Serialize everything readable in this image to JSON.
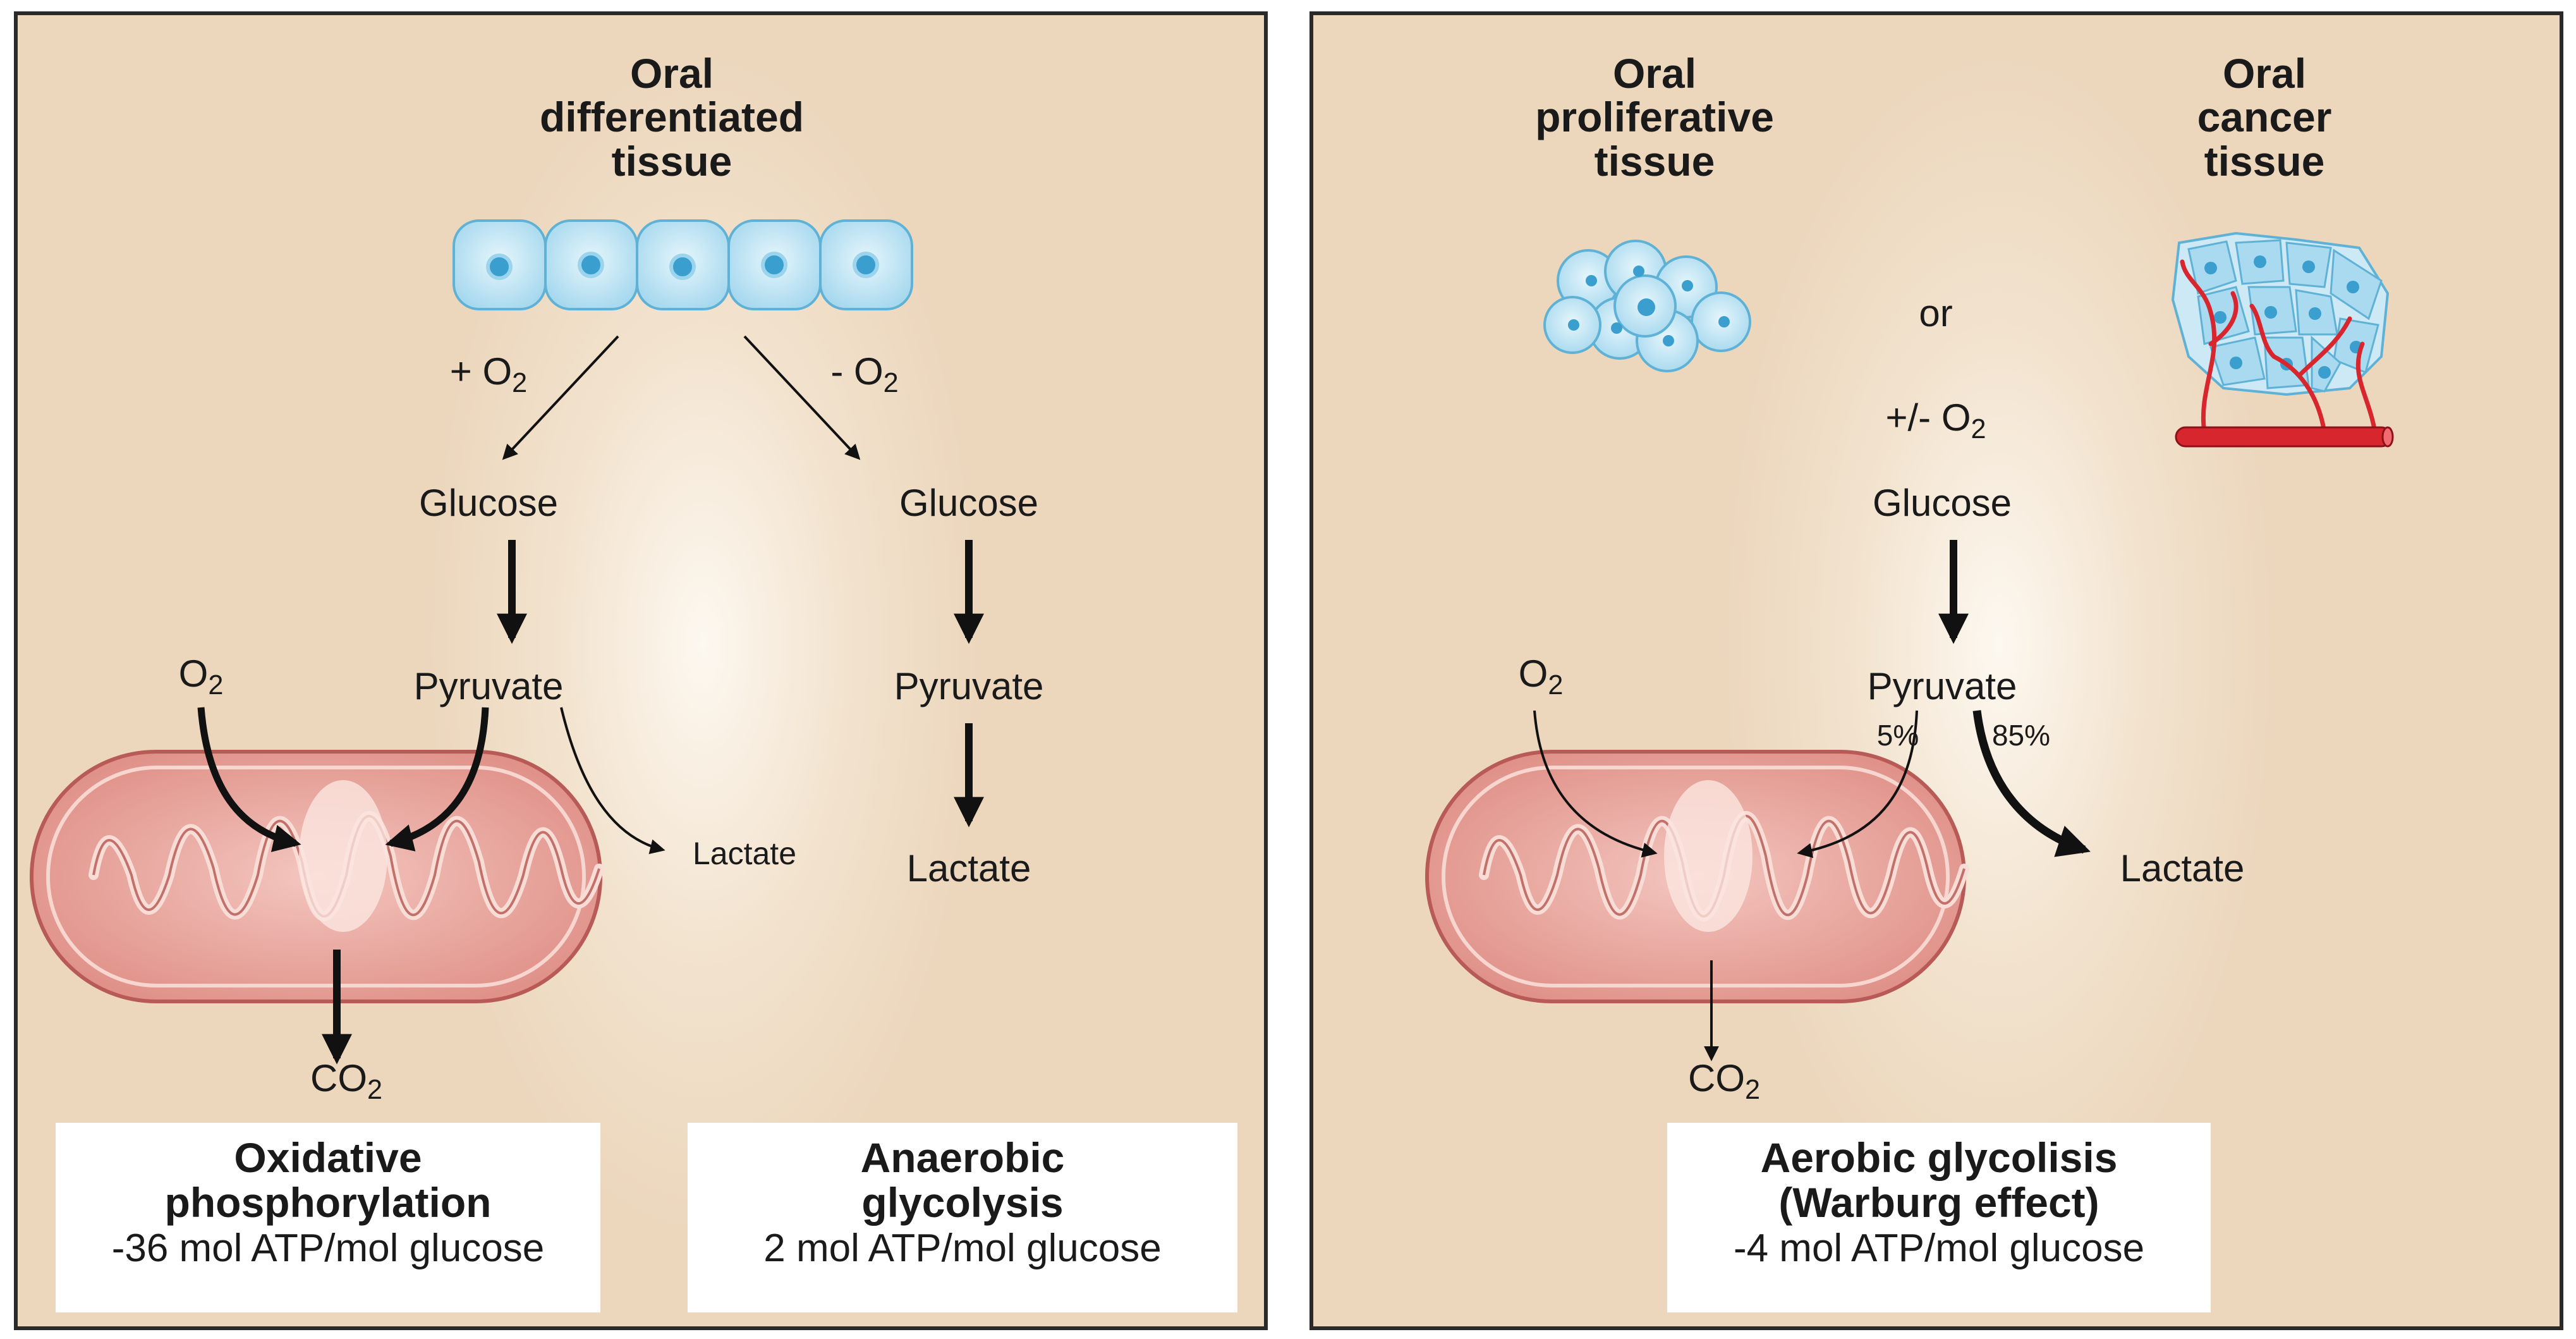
{
  "left": {
    "tissue_line1": "Oral",
    "tissue_line2": "differentiated",
    "tissue_line3": "tissue",
    "plus_o2": "+ O",
    "minus_o2": "- O",
    "o2_sub": "2",
    "glucose_a": "Glucose",
    "glucose_b": "Glucose",
    "pyruvate_a": "Pyruvate",
    "pyruvate_b": "Pyruvate",
    "o2_in": "O",
    "lactate_small": "Lactate",
    "lactate_b": "Lactate",
    "co2": "CO",
    "box1_line1": "Oxidative",
    "box1_line2": "phosphorylation",
    "box1_sub": "-36 mol ATP/mol glucose",
    "box2_line1": "Anaerobic",
    "box2_line2": "glycolysis",
    "box2_sub": "2 mol ATP/mol glucose"
  },
  "right": {
    "prolif_line1": "Oral",
    "prolif_line2": "proliferative",
    "prolif_line3": "tissue",
    "cancer_line1": "Oral",
    "cancer_line2": "cancer",
    "cancer_line3": "tissue",
    "or": "or",
    "plusminus_o2": "+/- O",
    "o2_sub": "2",
    "glucose": "Glucose",
    "pyruvate": "Pyruvate",
    "pct_5": "5%",
    "pct_85": "85%",
    "o2_in": "O",
    "lactate": "Lactate",
    "co2": "CO",
    "box_line1": "Aerobic glycolisis",
    "box_line2": "(Warburg effect)",
    "box_sub": "-4 mol ATP/mol glucose"
  },
  "colors": {
    "panel_bg": "#ecd7bd",
    "cell_fill": "#b9e3f3",
    "nucleus": "#3a9fcf",
    "mito_fill": "#e49a93",
    "mito_edge": "#b85a55",
    "vessel": "#d8262e"
  }
}
